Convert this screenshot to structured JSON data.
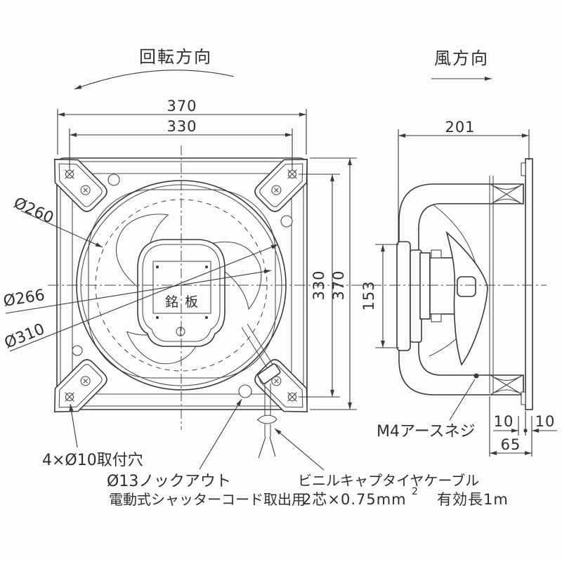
{
  "drawing": {
    "background": "#fcfcfc",
    "ink": "#3a3a3a",
    "direction_labels": {
      "rotation": "回転方向",
      "wind": "風方向"
    },
    "front_view": {
      "nameplate": "銘板",
      "diameters": {
        "impeller": "Ø260",
        "inner_ring": "Ø266",
        "orifice": "Ø310"
      },
      "dims": {
        "width": "370",
        "hole_pitch_h": "330",
        "hole_pitch_v": "330",
        "height": "370"
      }
    },
    "side_view": {
      "dims": {
        "depth": "201",
        "motor_height": "153",
        "plate_left": "10",
        "plate_right": "10",
        "frame_depth": "65"
      }
    },
    "notes": {
      "mounting_holes": "4×Ø10取付穴",
      "knockout": "Ø13ノックアウト",
      "knockout_purpose": "電動式シャッターコード取出用",
      "earth_screw": "M4アースネジ",
      "cable_name": "ビニルキャプタイヤケーブル",
      "cable_spec": "2芯×0.75mm",
      "cable_spec_sup": "2",
      "cable_length": "有効長1m"
    }
  }
}
